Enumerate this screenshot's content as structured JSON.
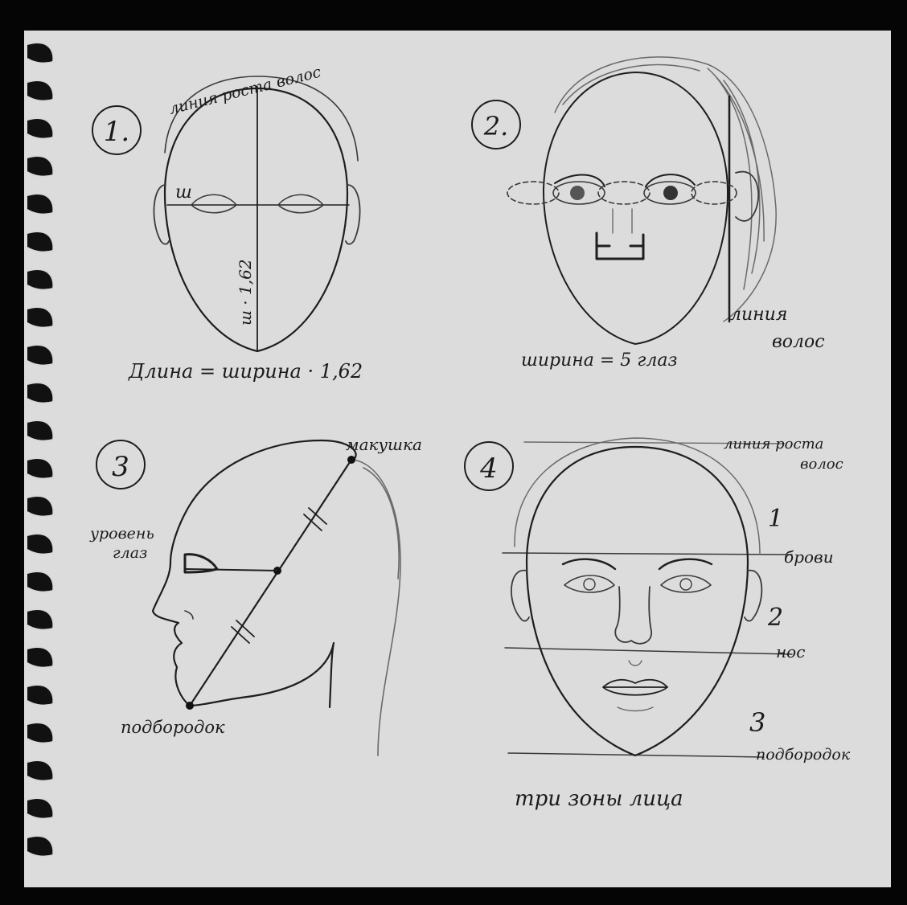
{
  "drawings": [
    {
      "number": "1.",
      "label_hairline": "линия роста волос",
      "label_width_mark": "ш",
      "label_vertical": "ш · 1,62",
      "caption": "Длина = ширина · 1,62"
    },
    {
      "number": "2.",
      "label_hair": [
        "линия",
        "волос"
      ],
      "caption": "ширина = 5 глаз"
    },
    {
      "number": "3",
      "label_crown": "макушка",
      "label_eye_level": [
        "уровень",
        "глаз"
      ],
      "label_chin": "подбородок"
    },
    {
      "number": "4",
      "label_hairline": [
        "линия роста",
        "волос"
      ],
      "zones": [
        "1",
        "2",
        "3"
      ],
      "label_brows": "брови",
      "label_nose": "нос",
      "label_chin": "подбородок",
      "caption": "три зоны лица"
    }
  ],
  "colors": {
    "paper": "#dcdcdc",
    "ink": "#1e1e1e",
    "frame": "#050505"
  }
}
